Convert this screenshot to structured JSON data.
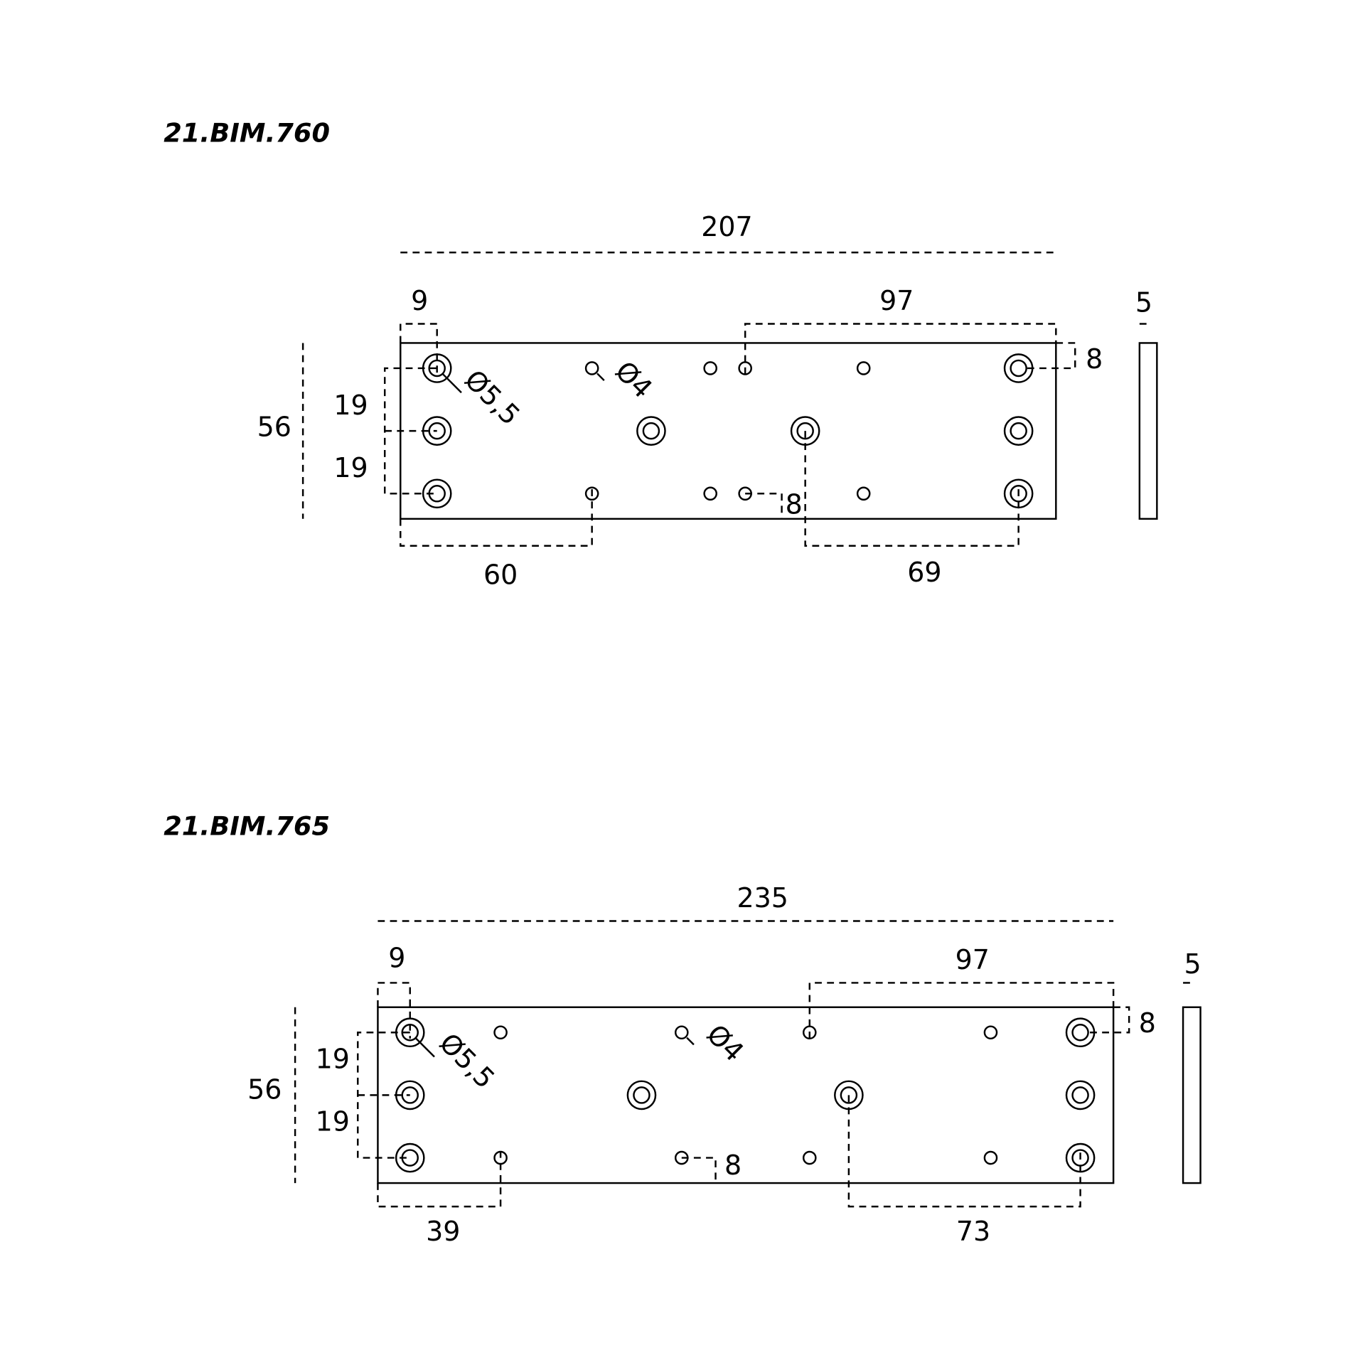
{
  "drawings": [
    {
      "title": "21.BIM.760",
      "overall_length": "207",
      "edge_offset": "9",
      "right_span": "97",
      "thickness": "5",
      "top_offset": "8",
      "height": "56",
      "row_pitch_1": "19",
      "row_pitch_2": "19",
      "bottom_left": "60",
      "bottom_right": "69",
      "small_offset": "8",
      "large_hole": "Ø5,5",
      "small_hole": "Ø4"
    },
    {
      "title": "21.BIM.765",
      "overall_length": "235",
      "edge_offset": "9",
      "right_span": "97",
      "thickness": "5",
      "top_offset": "8",
      "height": "56",
      "row_pitch_1": "19",
      "row_pitch_2": "19",
      "bottom_left": "39",
      "bottom_right": "73",
      "small_offset": "8",
      "large_hole": "Ø5,5",
      "small_hole": "Ø4"
    }
  ]
}
